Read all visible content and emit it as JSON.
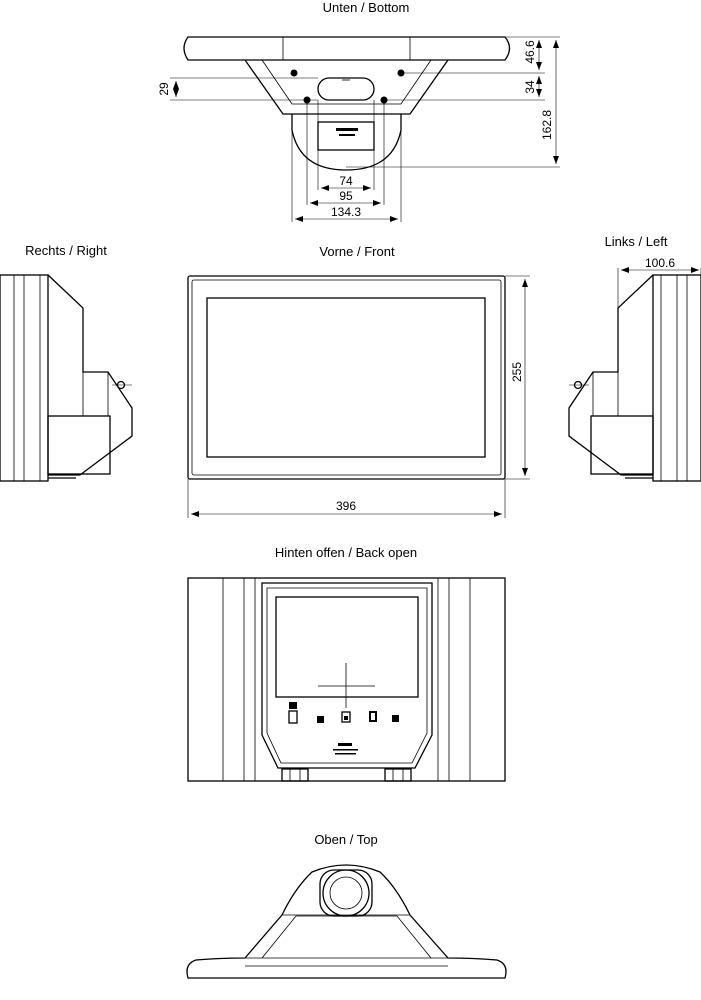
{
  "views": {
    "bottom": "Unten / Bottom",
    "right": "Rechts / Right",
    "front": "Vorne / Front",
    "left": "Links / Left",
    "back": "Hinten offen / Back open",
    "top": "Oben / Top"
  },
  "dimensions": {
    "d29": "29",
    "d46_6": "46.6",
    "d34": "34",
    "d162_8": "162.8",
    "d74": "74",
    "d95": "95",
    "d134_3": "134.3",
    "d100_6": "100.6",
    "d255": "255",
    "d396": "396"
  }
}
